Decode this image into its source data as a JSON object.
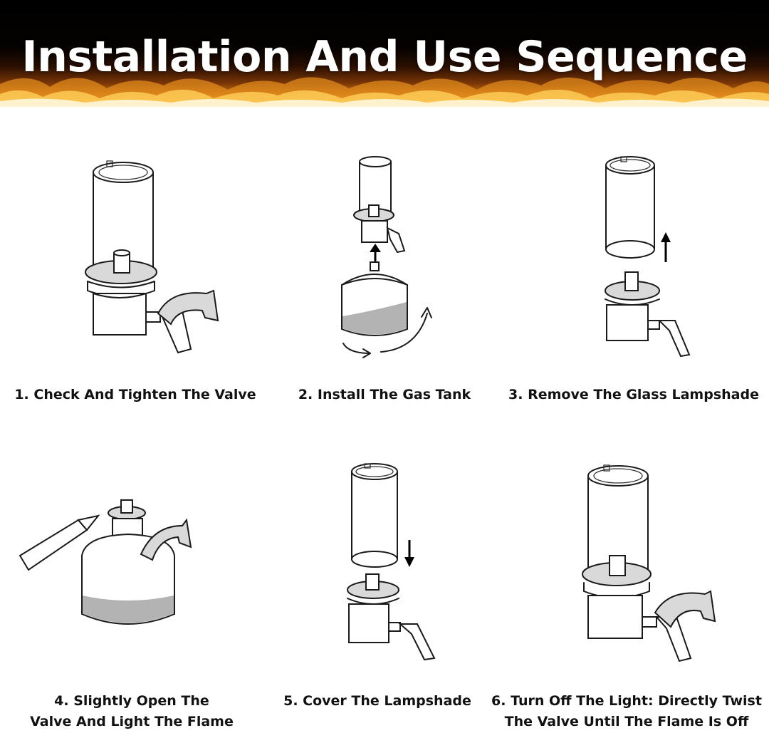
{
  "header": {
    "title": "Installation And Use Sequence"
  },
  "steps": [
    {
      "caption": [
        "1. Check And Tighten The Valve"
      ]
    },
    {
      "caption": [
        "2. Install The Gas Tank"
      ]
    },
    {
      "caption": [
        "3. Remove The Glass Lampshade"
      ]
    },
    {
      "caption": [
        "4. Slightly Open The",
        "Valve And Light The Flame"
      ]
    },
    {
      "caption": [
        "5. Cover The Lampshade"
      ]
    },
    {
      "caption": [
        "6. Turn Off The Light: Directly Twist",
        "The Valve Until The Flame Is Off"
      ]
    }
  ]
}
